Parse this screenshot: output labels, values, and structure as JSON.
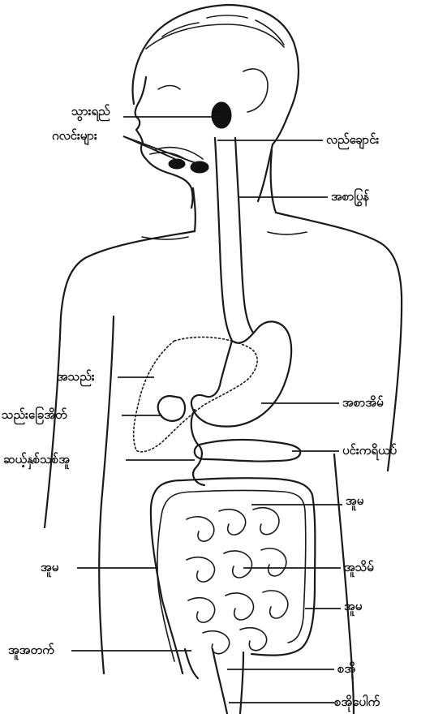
{
  "labels": {
    "salivary_gland": "သွားရည်",
    "mouth_glands": "ဂလင်းများ",
    "throat": "လည်ချောင်း",
    "esophagus": "အစာပြွန်",
    "liver": "အသည်း",
    "gallbladder": "သည်းခြေအိတ်",
    "duodenum": "ဆယ့်နှစ်သစ်အူ",
    "stomach": "အစာအိမ်",
    "pancreas": "ပင်းကရိယပ်",
    "large_intestine_top": "အူမ",
    "large_intestine_left": "အူမ",
    "small_intestine": "အူသိမ်",
    "large_intestine_right": "အူမ",
    "appendix": "အူအတက်",
    "rectum": "စအို",
    "anus": "စအိုပေါက်"
  },
  "colors": {
    "ink": "#111111",
    "paper": "#ffffff"
  }
}
